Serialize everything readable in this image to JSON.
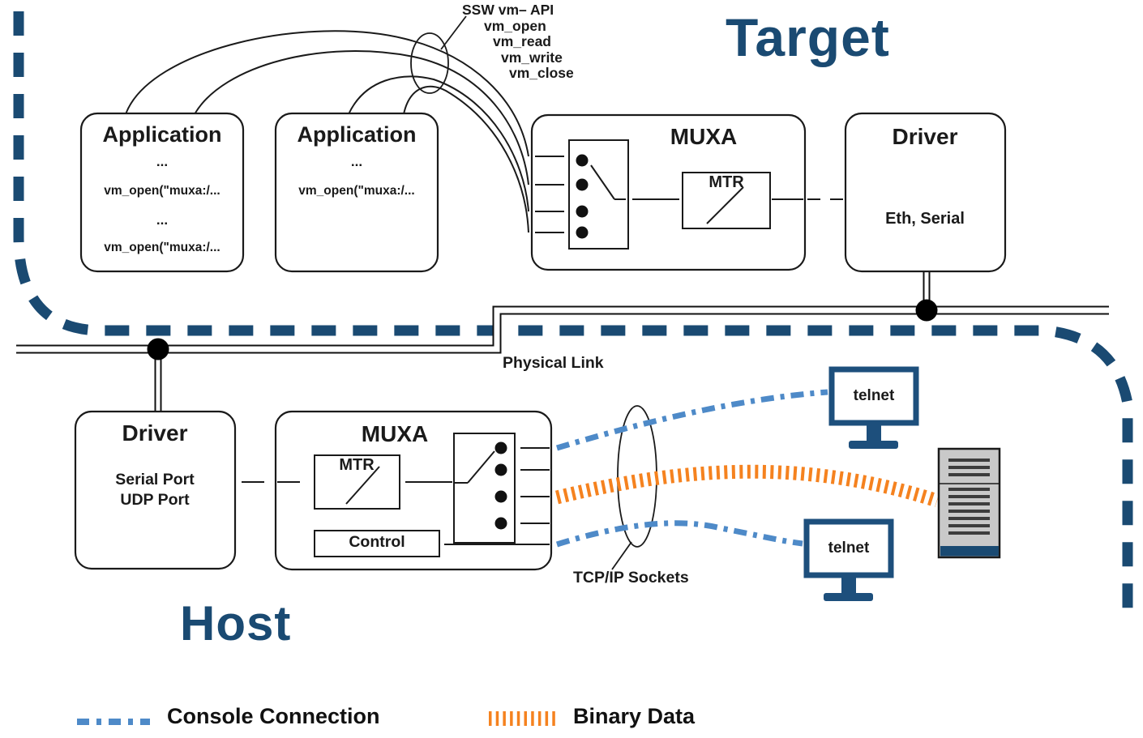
{
  "colors": {
    "navy": "#1a4a72",
    "telnet_frame": "#1d4f7c",
    "console_blue": "#4e8ac8",
    "binary_orange": "#f5821f",
    "line_black": "#1a1a1a",
    "server_gray": "#c9c9c9"
  },
  "sections": {
    "target_label": "Target",
    "host_label": "Host"
  },
  "api_callout": {
    "lines": [
      "SSW vm– API",
      "vm_open",
      "vm_read",
      "vm_write",
      "vm_close"
    ]
  },
  "applications": [
    {
      "title": "Application",
      "body": [
        "...",
        "vm_open(\"muxa:/...",
        "...",
        "vm_open(\"muxa:/..."
      ]
    },
    {
      "title": "Application",
      "body": [
        "...",
        "vm_open(\"muxa:/..."
      ]
    }
  ],
  "target_muxa": {
    "title": "MUXA",
    "mtr": "MTR"
  },
  "target_driver": {
    "title": "Driver",
    "subtitle": "Eth, Serial"
  },
  "physical_link_label": "Physical Link",
  "host_driver": {
    "title": "Driver",
    "lines": [
      "Serial Port",
      "UDP Port"
    ]
  },
  "host_muxa": {
    "title": "MUXA",
    "mtr": "MTR",
    "control": "Control"
  },
  "tcpip_label": "TCP/IP Sockets",
  "terminals": [
    {
      "label": "telnet"
    },
    {
      "label": "telnet"
    }
  ],
  "legend": {
    "console": "Console Connection",
    "binary": "Binary Data"
  }
}
